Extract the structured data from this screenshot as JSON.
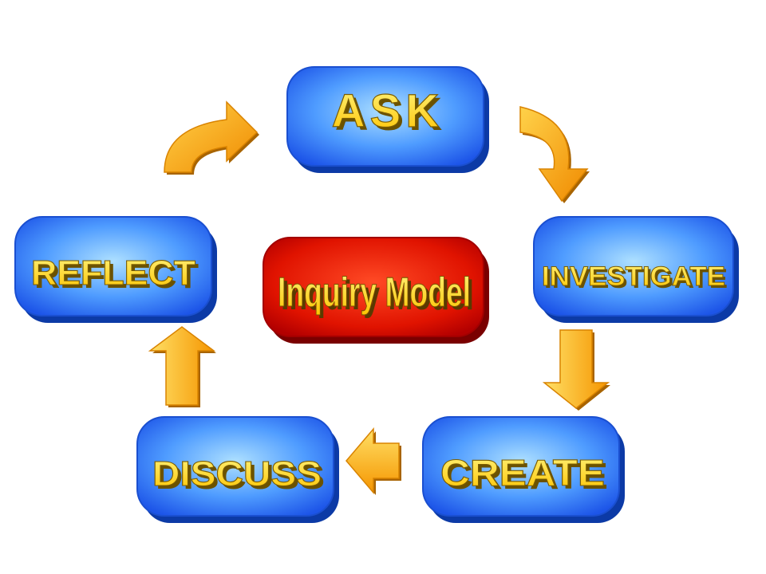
{
  "diagram": {
    "center": {
      "label": "Inquiry Model"
    },
    "steps": [
      {
        "id": "ask",
        "label": "ASK"
      },
      {
        "id": "investigate",
        "label": "INVESTIGATE"
      },
      {
        "id": "create",
        "label": "CREATE"
      },
      {
        "id": "discuss",
        "label": "DISCUSS"
      },
      {
        "id": "reflect",
        "label": "REFLECT"
      }
    ],
    "flow": [
      "ask",
      "investigate",
      "create",
      "discuss",
      "reflect",
      "ask"
    ]
  },
  "colors": {
    "step_box_inner": "#7fc8ff",
    "step_box_outer": "#1f5ef0",
    "step_box_edge": "#0f3fb8",
    "center_box_inner": "#ff3b1f",
    "center_box_outer": "#c40000",
    "label_fill": "#ffe84a",
    "label_shadow": "#8a6a00",
    "arrow_light": "#ffe066",
    "arrow_dark": "#f59c00"
  }
}
